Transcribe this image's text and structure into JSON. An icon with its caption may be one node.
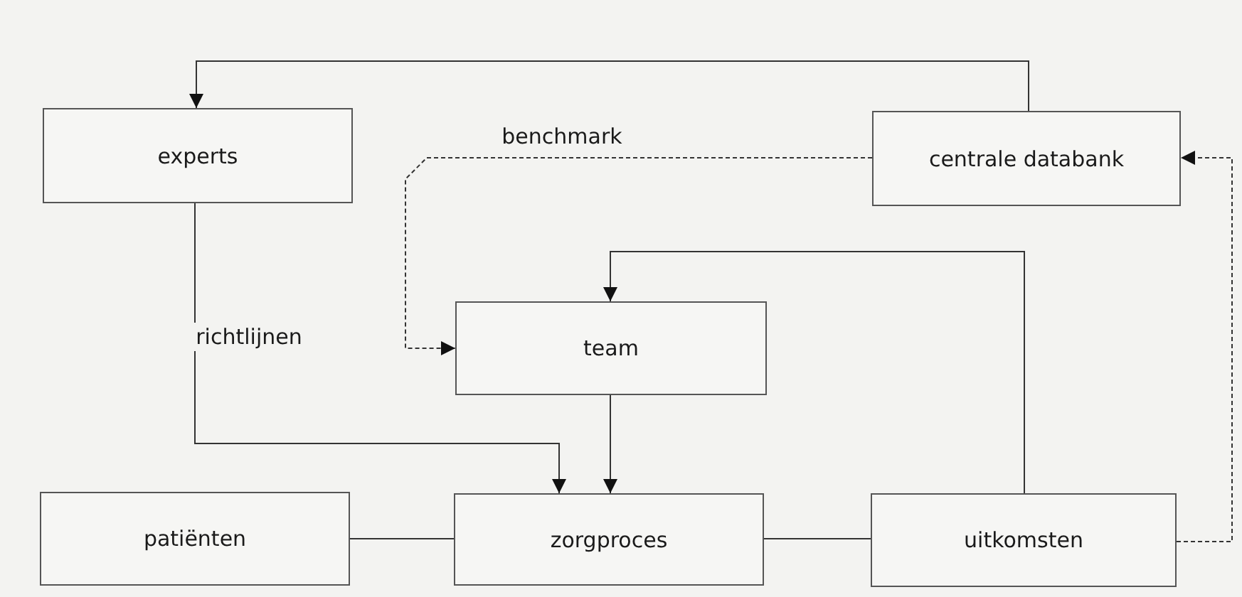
{
  "diagram": {
    "nodes": [
      {
        "text": [
          "experts"
        ]
      },
      {
        "text": [
          "centrale databank"
        ]
      },
      {
        "text": [
          "team"
        ]
      },
      {
        "text": [
          "patiënten"
        ]
      },
      {
        "text": [
          "zorgproces"
        ]
      },
      {
        "text": [
          "uitkomsten"
        ]
      }
    ],
    "edges": [
      {
        "from": 1,
        "to": 0,
        "arrow": "to"
      },
      {
        "from": 1,
        "to": 2,
        "arrow": "to",
        "label": "benchmark",
        "style": "dashed"
      },
      {
        "from": 0,
        "to": 4,
        "arrow": "to",
        "label": "richtlijnen"
      },
      {
        "from": 2,
        "to": 4,
        "arrow": "to"
      },
      {
        "from": 3,
        "to": 4,
        "arrow": "none"
      },
      {
        "from": 4,
        "to": 5,
        "arrow": "none"
      },
      {
        "from": 5,
        "to": 2,
        "arrow": "to"
      },
      {
        "from": 5,
        "to": 1,
        "arrow": "to",
        "style": "dashed"
      }
    ]
  }
}
